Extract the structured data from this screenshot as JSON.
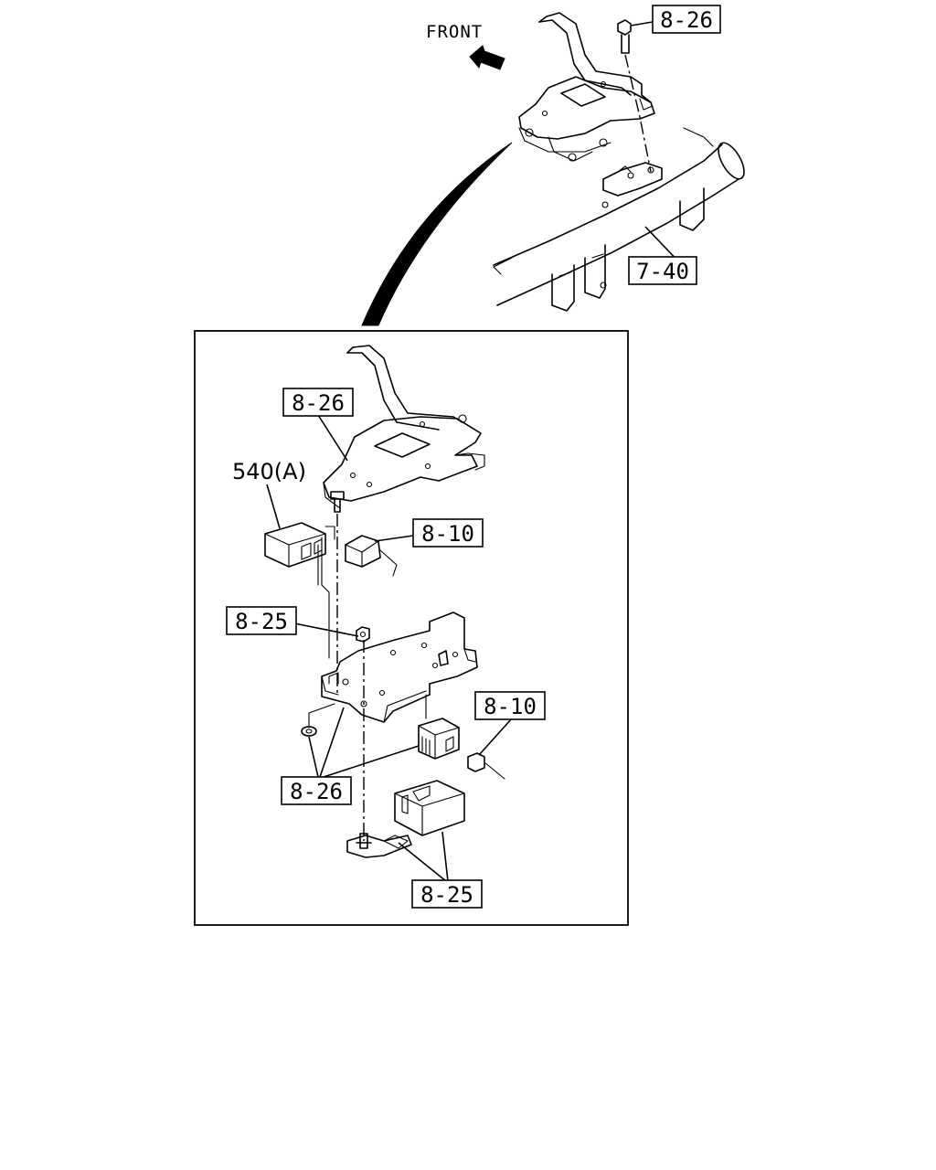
{
  "diagram": {
    "orientation_label": "FRONT",
    "orientation_icon": "arrow-left-up-icon",
    "callouts": {
      "top_bolt": "8-26",
      "frame_rail": "7-40",
      "detail_bracket_top": "8-26",
      "relay_module": "540(A)",
      "connector_upper": "8-10",
      "nut": "8-25",
      "connector_lower": "8-10",
      "fasteners_group": "8-26",
      "lower_group": "8-25"
    }
  }
}
